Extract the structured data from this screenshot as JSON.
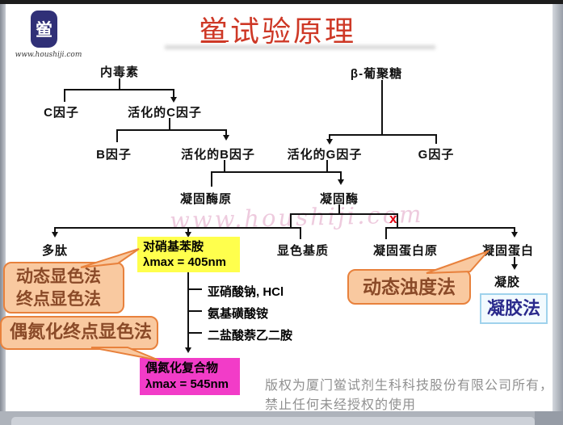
{
  "header": {
    "title": "鲎试验原理",
    "logo_seal_char": "鲎",
    "logo_url": "www.houshiji.com"
  },
  "watermark": "www.houshiji.com",
  "flowchart": {
    "nodes": {
      "endotoxin": "内毒素",
      "beta_glucan": "β-葡聚糖",
      "factor_c": "C因子",
      "activated_factor_c": "活化的C因子",
      "factor_b": "B因子",
      "activated_factor_b": "活化的B因子",
      "activated_factor_g": "活化的G因子",
      "factor_g": "G因子",
      "proclotting_enzyme": "凝固酶原",
      "clotting_enzyme": "凝固酶",
      "polypeptide": "多肽",
      "chromogenic_substrate": "显色基质",
      "coagulogen": "凝固蛋白原",
      "coagulin": "凝固蛋白",
      "gel": "凝胶"
    },
    "p_nitroaniline": {
      "name": "对硝基苯胺",
      "lambda": "λmax = 405nm"
    },
    "azo_complex": {
      "name": "偶氮化复合物",
      "lambda": "λmax = 545nm"
    },
    "reagents": [
      "亚硝酸钠, HCl",
      "氨基磺酸铵",
      "二盐酸萘乙二胺"
    ],
    "blocked_marker": "x"
  },
  "methods": {
    "kinetic_chromogenic": "动态显色法",
    "endpoint_chromogenic": "终点显色法",
    "azo_endpoint_chromogenic": "偶氮化终点显色法",
    "kinetic_turbidimetric": "动态浊度法",
    "gel_clot": "凝胶法"
  },
  "footer": {
    "copyright_line1": "版权为厦门鲎试剂生科科技股份有限公司所有，",
    "copyright_line2": "禁止任何未经授权的使用"
  },
  "colors": {
    "title_red": "#ce3826",
    "highlight_yellow": "#ffff4d",
    "highlight_magenta": "#f23cc8",
    "callout_fill": "#f9c9a0",
    "callout_border": "#e8813c",
    "callout_text": "#8a4a28",
    "gel_box_border": "#9fd2ec",
    "gel_text_navy": "#2a2a8c",
    "blocked_x_red": "#e30613",
    "logo_navy": "#303077"
  }
}
